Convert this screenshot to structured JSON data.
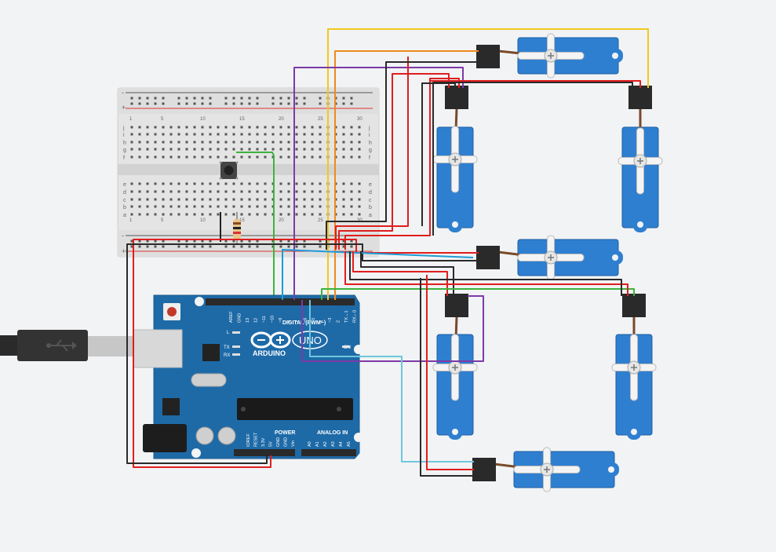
{
  "breadboard": {
    "rail_top_minus": "-",
    "rail_top_plus": "+",
    "rail_bottom_minus": "-",
    "rail_bottom_plus": "+",
    "rows_top": [
      "j",
      "i",
      "h",
      "g",
      "f"
    ],
    "rows_bottom": [
      "e",
      "d",
      "c",
      "b",
      "a"
    ],
    "columns": [
      "1",
      "5",
      "10",
      "15",
      "20",
      "25",
      "30"
    ]
  },
  "arduino": {
    "brand": "ARDUINO",
    "model": "UNO",
    "digital_label": "DIGITAL (PWM~)",
    "power_label": "POWER",
    "analog_label": "ANALOG IN",
    "on_label": "ON",
    "tx_label": "TX",
    "rx_label": "RX",
    "l_label": "L",
    "digital_pins": [
      "AREF",
      "GND",
      "13",
      "12",
      "~11",
      "~10",
      "~9",
      "8",
      "7",
      "~6",
      "~5",
      "4",
      "~3",
      "2",
      "TX→1",
      "RX←0"
    ],
    "power_pins": [
      "IOREF",
      "RESET",
      "3.3V",
      "5V",
      "GND",
      "GND",
      "Vin"
    ],
    "analog_pins": [
      "A0",
      "A1",
      "A2",
      "A3",
      "A4",
      "A5"
    ]
  },
  "wire_colors": {
    "red": "#e01e1e",
    "black": "#2a2a2a",
    "yellow": "#f2c81d",
    "orange": "#f08a1c",
    "purple": "#7d3aa6",
    "green": "#3db33d",
    "blue": "#1e9bd6",
    "lightblue": "#6ec7dd"
  },
  "servo_colors": {
    "body": "#2f7fd1",
    "horn": "#f4f4f4",
    "connector": "#2a2a2a"
  }
}
